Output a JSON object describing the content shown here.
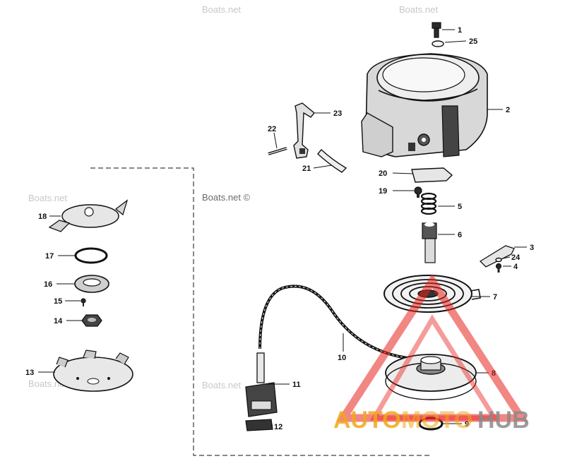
{
  "watermarks": [
    "Boats.net",
    "Boats.net",
    "Boats.net ©",
    "Boats.net",
    "Boats.net",
    "Boats.net"
  ],
  "parts": [
    {
      "num": "1"
    },
    {
      "num": "25"
    },
    {
      "num": "2"
    },
    {
      "num": "23"
    },
    {
      "num": "22"
    },
    {
      "num": "21"
    },
    {
      "num": "20"
    },
    {
      "num": "19"
    },
    {
      "num": "5"
    },
    {
      "num": "6"
    },
    {
      "num": "3"
    },
    {
      "num": "24"
    },
    {
      "num": "4"
    },
    {
      "num": "7"
    },
    {
      "num": "10"
    },
    {
      "num": "8"
    },
    {
      "num": "11"
    },
    {
      "num": "12"
    },
    {
      "num": "9"
    },
    {
      "num": "18"
    },
    {
      "num": "17"
    },
    {
      "num": "16"
    },
    {
      "num": "15"
    },
    {
      "num": "14"
    },
    {
      "num": "13"
    }
  ],
  "logo": {
    "text_part1": "AUTO",
    "text_part2": "MOTO",
    "text_part3": "HUB",
    "accent_color": "#e8231e",
    "gold_color": "#f0a818",
    "gray_color": "#8a8a8a"
  }
}
